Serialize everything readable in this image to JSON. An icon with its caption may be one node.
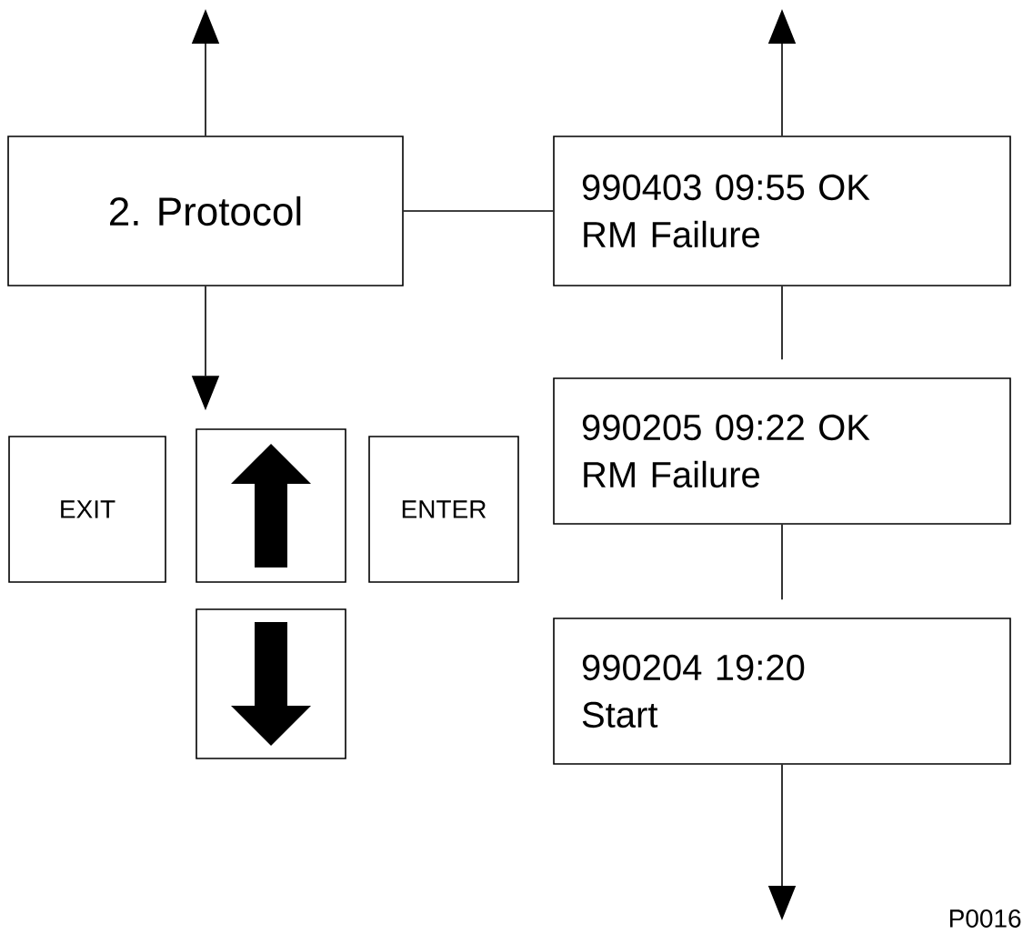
{
  "diagram": {
    "nodes": [
      {
        "text": [
          "2. Protocol"
        ]
      },
      {
        "text": [
          "990403 09:55 OK",
          "RM Failure"
        ]
      },
      {
        "text": [
          "EXIT"
        ]
      },
      {
        "text": [],
        "shape": "box"
      },
      {
        "text": [
          "ENTER"
        ]
      },
      {
        "text": [
          "990205 09:22 OK",
          "RM Failure"
        ]
      },
      {
        "text": [],
        "shape": "box"
      },
      {
        "text": [
          "990204 19:20",
          "Start"
        ]
      }
    ],
    "edges": [
      {
        "from": 0,
        "to": null,
        "arrow": "to"
      },
      {
        "from": 0,
        "to": 3,
        "arrow": "to"
      },
      {
        "from": 0,
        "to": 1,
        "arrow": "none"
      },
      {
        "from": 1,
        "to": null,
        "arrow": "to"
      },
      {
        "from": 1,
        "to": 5,
        "arrow": "none"
      },
      {
        "from": 5,
        "to": 7,
        "arrow": "none"
      },
      {
        "from": 7,
        "to": null,
        "arrow": "to"
      }
    ],
    "labels": [
      "P0016"
    ]
  }
}
